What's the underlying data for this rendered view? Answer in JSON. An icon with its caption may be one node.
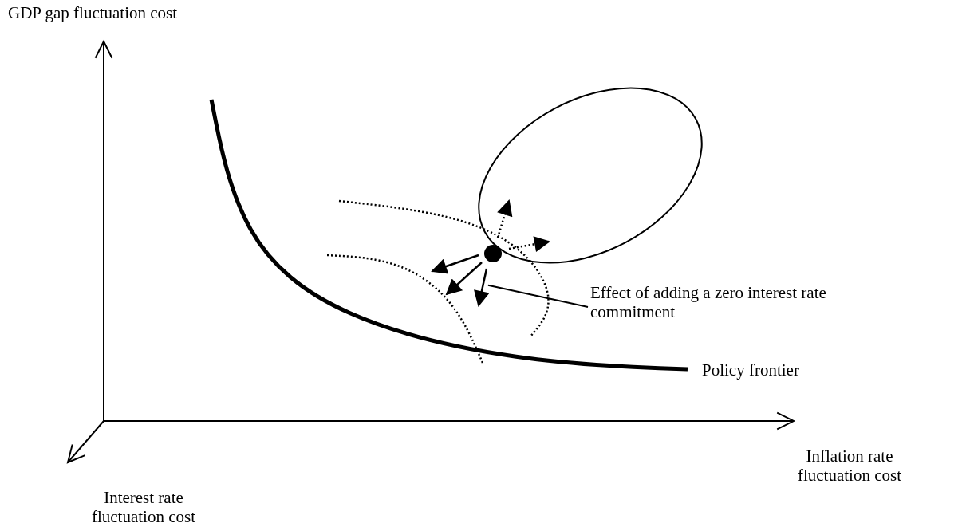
{
  "diagram": {
    "nodes": [
      {
        "text": [
          "Effect of adding a zero interest rate commitment"
        ]
      },
      {
        "text": [],
        "shape": "arrows"
      }
    ],
    "edges": [
      {
        "from": 0,
        "to": 1,
        "arrow": "none"
      }
    ],
    "labels": [
      "GDP gap fluctuation cost",
      "Policy frontier",
      "Inflation rate fluctuation cost",
      "Interest rate fluctuation cost"
    ]
  }
}
